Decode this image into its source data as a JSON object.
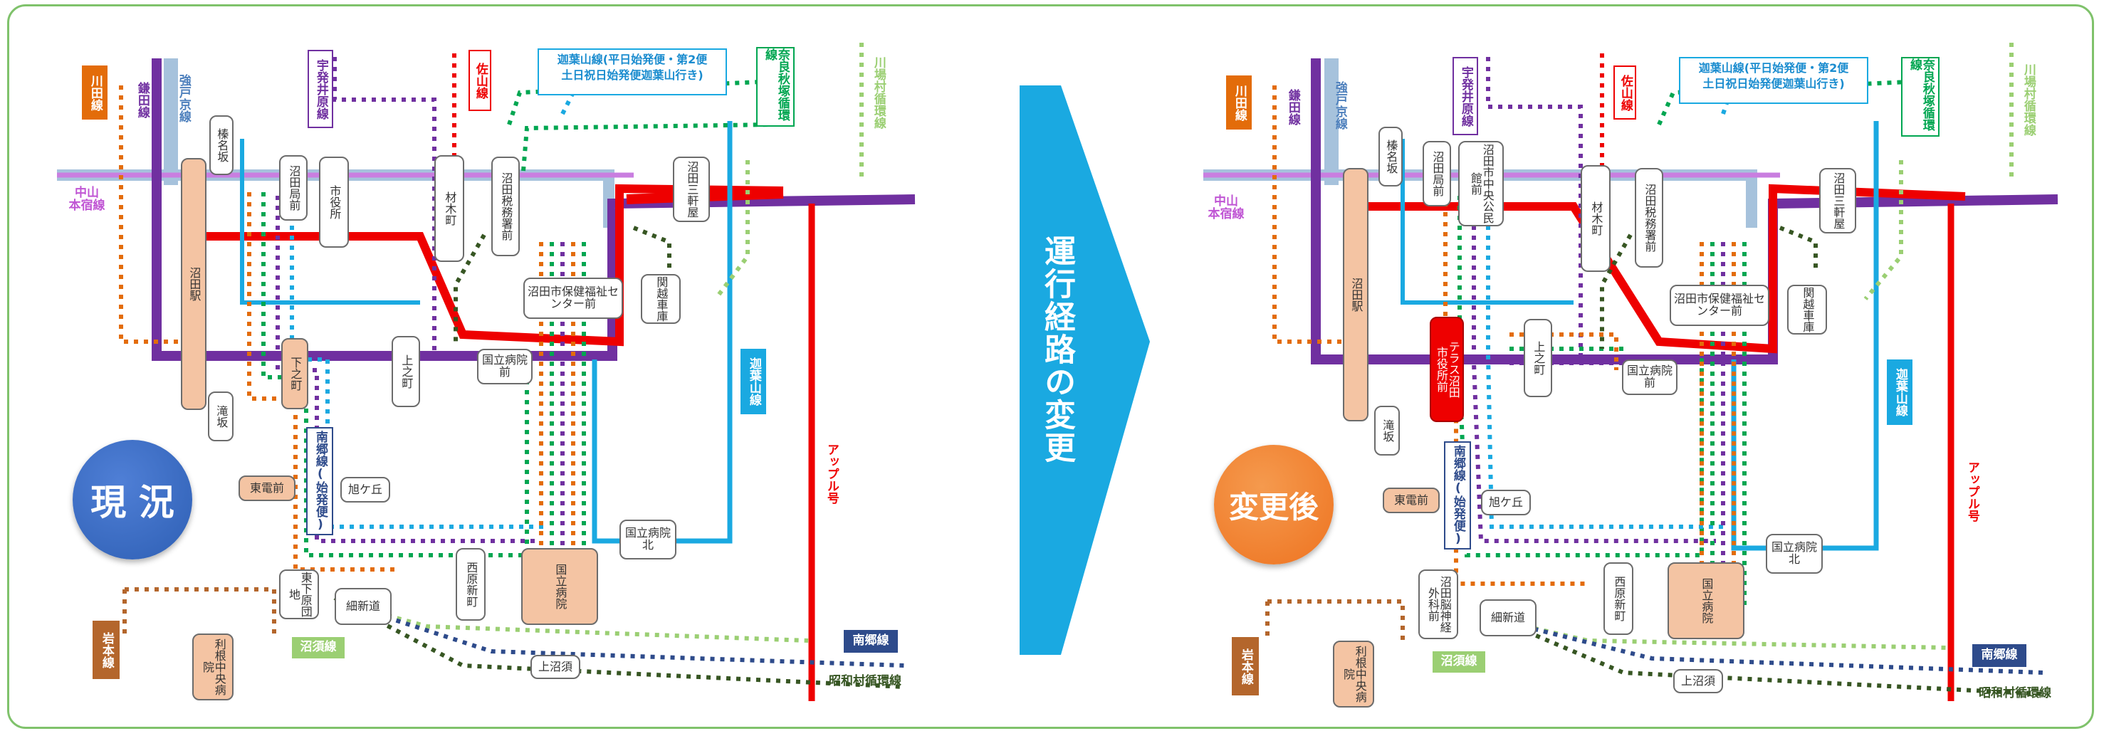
{
  "left": {
    "badge": "現 況",
    "badge_color": "#2e5fb4",
    "routes": {
      "kawata": "川田線",
      "kamata": "鎌田線",
      "komi": "強戸京線",
      "uhoibara": "宇発井原線",
      "sayama": "佐山線",
      "kayama_note": "迦葉山線(平日始発便・第2便\n土日祝日始発便迦葉山行き)",
      "narasaki": "奈良秋塚循環線",
      "kawaba": "川場村循環線",
      "nakayama": "中山\n本宿線",
      "kayama": "迦葉山線",
      "apple": "アップル号",
      "nango_start": "南郷線(始発便)",
      "iwamoto": "岩本線",
      "numasu": "沼須線",
      "nango": "南郷線",
      "showa": "昭和村循環線"
    },
    "stops": {
      "harunazaka": "榛名坂",
      "numata_kyokumae": "沼田局前",
      "shiyakusho": "市役所",
      "zaimokucho": "材木町",
      "numata_zeimusho": "沼田税務署前",
      "numata_sankenya": "沼田三軒屋",
      "numata_eki": "沼田駅",
      "hoken_center": "沼田市保健福祉センター前",
      "kanetsu": "関越車庫",
      "shimonocho": "下之町",
      "kaminocho": "上之町",
      "kokuritsu_byoinmae": "国立病院前",
      "takizaka": "滝坂",
      "todenmae": "東電前",
      "asahigaoka": "旭ケ丘",
      "kokuritsu_byoinkita": "国立病院北",
      "higashishimohara": "東下原団地",
      "hososhinmichi": "細新道",
      "nishiharashinmachi": "西原新町",
      "kokuritsu_byoin": "国立病院",
      "tone_chuo": "利根中央病院",
      "kaminumasu": "上沼須"
    }
  },
  "arrow": {
    "text": "運行経路の変更",
    "color": "#1aa9e1"
  },
  "right": {
    "badge": "変更後",
    "badge_color": "#ee7320",
    "routes": {
      "kawata": "川田線",
      "kamata": "鎌田線",
      "komi": "強戸京線",
      "uhoibara": "宇発井原線",
      "sayama": "佐山線",
      "kayama_note": "迦葉山線(平日始発便・第2便\n土日祝日始発便迦葉山行き)",
      "narasaki": "奈良秋塚循環線",
      "kawaba": "川場村循環線",
      "nakayama": "中山\n本宿線",
      "kayama": "迦葉山線",
      "apple": "アップル号",
      "nango_start": "南郷線(始発便)",
      "iwamoto": "岩本線",
      "numasu": "沼須線",
      "nango": "南郷線",
      "showa": "昭和村循環線"
    },
    "stops": {
      "harunazaka": "榛名坂",
      "numata_kyokumae": "沼田局前",
      "chuo_kominkan": "沼田市中央公民館前",
      "zaimokucho": "材木町",
      "numata_zeimusho": "沼田税務署前",
      "numata_sankenya": "沼田三軒屋",
      "numata_eki": "沼田駅",
      "hoken_center": "沼田市保健福祉センター前",
      "kanetsu": "関越車庫",
      "terrace": "テラス沼田\n市役所前",
      "kaminocho": "上之町",
      "kokuritsu_byoinmae": "国立病院前",
      "takizaka": "滝坂",
      "todenmae": "東電前",
      "asahigaoka": "旭ケ丘",
      "kokuritsu_byoinkita": "国立病院北",
      "numata_noshinkei": "沼田脳神経外科前",
      "hososhinmichi": "細新道",
      "nishiharashinmachi": "西原新町",
      "kokuritsu_byoin": "国立病院",
      "tone_chuo": "利根中央病院",
      "kaminumasu": "上沼須"
    }
  }
}
